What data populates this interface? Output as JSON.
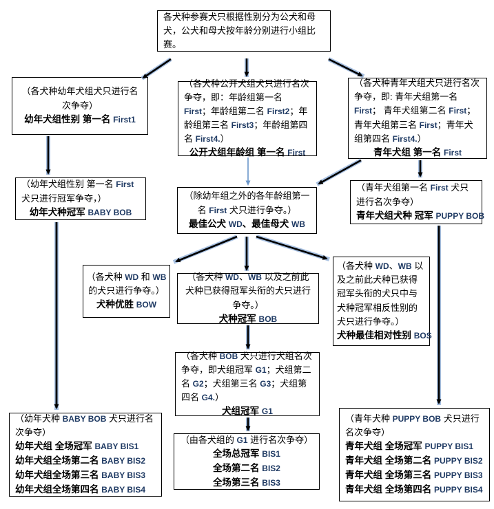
{
  "colors": {
    "english_text": "#1f3a63",
    "arrow_line": "#000000",
    "arrow_halo": "#9ab7dd",
    "thin_blue_arrow": "#6b96c9",
    "box_border": "#000000"
  },
  "boxes": {
    "intro": {
      "lines": [
        {
          "b": 0,
          "seg": [
            {
              "t": "各犬种参赛犬只根据性别分为公犬和母犬，公犬和母犬按年龄分别进行小组比赛。"
            }
          ]
        }
      ]
    },
    "baby_group": {
      "lines": [
        {
          "b": 0,
          "seg": [
            {
              "t": "（各犬种幼年犬组犬只进行名次争夺）"
            }
          ]
        },
        {
          "b": 1,
          "seg": [
            {
              "t": "幼年犬组性别 第一名 "
            },
            {
              "t": "First1",
              "e": 1
            }
          ]
        }
      ]
    },
    "open_group": {
      "lines": [
        {
          "b": 0,
          "seg": [
            {
              "t": "（各犬种公开犬组犬只进行名次争夺，即：年龄组第一名 "
            },
            {
              "t": "First",
              "e": 1
            },
            {
              "t": "；年龄组第二名 "
            },
            {
              "t": "First2",
              "e": 1
            },
            {
              "t": "；年龄组第三名 "
            },
            {
              "t": "First3",
              "e": 1
            },
            {
              "t": "；年龄组第四名 "
            },
            {
              "t": "First4.",
              "e": 1
            },
            {
              "t": "）"
            }
          ]
        },
        {
          "b": 1,
          "a": "c",
          "seg": [
            {
              "t": "公开犬组年龄组 第一名 "
            },
            {
              "t": "First",
              "e": 1
            }
          ]
        }
      ]
    },
    "puppy_group": {
      "lines": [
        {
          "b": 0,
          "seg": [
            {
              "t": "（各犬种青年犬组犬只进行名次争夺，即: 青年犬组第一名 "
            },
            {
              "t": "First",
              "e": 1
            },
            {
              "t": "； 青年犬组第二名 "
            },
            {
              "t": "First",
              "e": 1
            },
            {
              "t": "；青年犬组第三名 "
            },
            {
              "t": "First",
              "e": 1
            },
            {
              "t": "；青年犬组第四名 "
            },
            {
              "t": "First4.",
              "e": 1
            },
            {
              "t": "）"
            }
          ]
        },
        {
          "b": 1,
          "a": "c",
          "seg": [
            {
              "t": "青年犬组 第一名 "
            },
            {
              "t": "First",
              "e": 1
            }
          ]
        }
      ]
    },
    "baby_bob": {
      "lines": [
        {
          "b": 0,
          "seg": [
            {
              "t": "（幼年犬组性别 第一名 "
            },
            {
              "t": "First",
              "e": 1
            },
            {
              "t": " 犬只进行冠军争夺，）"
            }
          ]
        },
        {
          "b": 1,
          "a": "c",
          "seg": [
            {
              "t": "幼年犬种冠军 "
            },
            {
              "t": "BABY BOB",
              "e": 1
            }
          ]
        }
      ]
    },
    "winners": {
      "lines": [
        {
          "b": 0,
          "seg": [
            {
              "t": "（除幼年组之外的各年龄组第一名 "
            },
            {
              "t": "First",
              "e": 1
            },
            {
              "t": " 犬只进行争夺。）"
            }
          ]
        },
        {
          "b": 1,
          "seg": [
            {
              "t": "最佳公犬 "
            },
            {
              "t": "WD",
              "e": 1
            },
            {
              "t": "、最佳母犬 "
            },
            {
              "t": "WB",
              "e": 1
            }
          ]
        }
      ]
    },
    "puppy_bob": {
      "lines": [
        {
          "b": 0,
          "seg": [
            {
              "t": "（青年犬组第一名 "
            },
            {
              "t": "First",
              "e": 1
            },
            {
              "t": " 犬只进行名次争夺）"
            }
          ]
        },
        {
          "b": 1,
          "seg": [
            {
              "t": "青年犬组犬种 冠军 "
            },
            {
              "t": "PUPPY BOB",
              "e": 1
            }
          ]
        }
      ]
    },
    "bow": {
      "lines": [
        {
          "b": 0,
          "seg": [
            {
              "t": "（各犬种 "
            },
            {
              "t": "WD",
              "e": 1
            },
            {
              "t": " 和 "
            },
            {
              "t": "WB",
              "e": 1
            },
            {
              "t": " 的犬只进行争夺。）"
            }
          ]
        },
        {
          "b": 1,
          "seg": [
            {
              "t": "犬种优胜 "
            },
            {
              "t": "BOW",
              "e": 1
            }
          ]
        }
      ]
    },
    "bob": {
      "lines": [
        {
          "b": 0,
          "seg": [
            {
              "t": "（各犬种 "
            },
            {
              "t": "WD",
              "e": 1
            },
            {
              "t": "、"
            },
            {
              "t": "WB",
              "e": 1
            },
            {
              "t": " 以及之前此犬种已获得冠军头衔的犬只进行争夺。）"
            }
          ]
        },
        {
          "b": 1,
          "seg": [
            {
              "t": "犬种冠军 "
            },
            {
              "t": "BOB",
              "e": 1
            }
          ]
        }
      ]
    },
    "bos": {
      "lines": [
        {
          "b": 0,
          "seg": [
            {
              "t": "（各犬种 "
            },
            {
              "t": "WD",
              "e": 1
            },
            {
              "t": "、"
            },
            {
              "t": "WB",
              "e": 1
            },
            {
              "t": " 以及之前此犬种已获得冠军头衔的犬只中与犬种冠军相反性别的犬只进行争夺。）"
            }
          ]
        },
        {
          "b": 1,
          "seg": [
            {
              "t": "犬种最佳相对性别 "
            },
            {
              "t": "BOS",
              "e": 1
            }
          ]
        }
      ]
    },
    "g1": {
      "lines": [
        {
          "b": 0,
          "seg": [
            {
              "t": "（各犬种 "
            },
            {
              "t": "BOB",
              "e": 1
            },
            {
              "t": " 犬只进行犬组名次争夺，即犬组冠军 "
            },
            {
              "t": "G1",
              "e": 1
            },
            {
              "t": "；犬组第二名 "
            },
            {
              "t": "G2",
              "e": 1
            },
            {
              "t": "；犬组第三名 "
            },
            {
              "t": "G3",
              "e": 1
            },
            {
              "t": "；犬组第四名 "
            },
            {
              "t": "G4.",
              "e": 1
            },
            {
              "t": "）"
            }
          ]
        },
        {
          "b": 1,
          "a": "c",
          "seg": [
            {
              "t": "犬组冠军 "
            },
            {
              "t": "G1",
              "e": 1
            }
          ]
        }
      ]
    },
    "baby_bis": {
      "lines": [
        {
          "b": 0,
          "seg": [
            {
              "t": "（幼年犬种 "
            },
            {
              "t": "BABY BOB",
              "e": 1
            },
            {
              "t": " 犬只进行名次争夺）"
            }
          ]
        },
        {
          "b": 1,
          "seg": [
            {
              "t": "幼年犬组 全场冠军  "
            },
            {
              "t": "BABY BIS1",
              "e": 1
            }
          ]
        },
        {
          "b": 1,
          "seg": [
            {
              "t": "幼年犬组全场第二名 "
            },
            {
              "t": "BABY BIS2",
              "e": 1
            }
          ]
        },
        {
          "b": 1,
          "seg": [
            {
              "t": "幼年犬组全场第三名 "
            },
            {
              "t": "BABY BIS3",
              "e": 1
            }
          ]
        },
        {
          "b": 1,
          "seg": [
            {
              "t": "幼年犬组全场第四名 "
            },
            {
              "t": "BABY BIS4",
              "e": 1
            }
          ]
        }
      ]
    },
    "bis": {
      "lines": [
        {
          "b": 0,
          "seg": [
            {
              "t": "（由各犬组的 "
            },
            {
              "t": "G1",
              "e": 1
            },
            {
              "t": " 进行名次争夺）"
            }
          ]
        },
        {
          "b": 1,
          "seg": [
            {
              "t": "全场总冠军 "
            },
            {
              "t": "BIS1",
              "e": 1
            }
          ]
        },
        {
          "b": 1,
          "seg": [
            {
              "t": "全场第二名 "
            },
            {
              "t": "BIS2",
              "e": 1
            }
          ]
        },
        {
          "b": 1,
          "seg": [
            {
              "t": "全场第三名 "
            },
            {
              "t": "BIS3",
              "e": 1
            }
          ]
        }
      ]
    },
    "puppy_bis": {
      "lines": [
        {
          "b": 0,
          "seg": [
            {
              "t": "（青年犬种 "
            },
            {
              "t": "PUPPY BOB",
              "e": 1
            },
            {
              "t": " 犬只进行名次争夺）"
            }
          ]
        },
        {
          "b": 1,
          "seg": [
            {
              "t": "青年犬组  全场冠军 "
            },
            {
              "t": "PUPPY BIS1",
              "e": 1
            }
          ]
        },
        {
          "b": 1,
          "seg": [
            {
              "t": "青年犬组 全场第二名 "
            },
            {
              "t": "PUPPY BIS2",
              "e": 1
            }
          ]
        },
        {
          "b": 1,
          "seg": [
            {
              "t": "青年犬组 全场第三名 "
            },
            {
              "t": "PUPPY BIS3",
              "e": 1
            }
          ]
        },
        {
          "b": 1,
          "seg": [
            {
              "t": "青年犬组 全场第四名 "
            },
            {
              "t": "PUPPY BIS4",
              "e": 1
            }
          ]
        }
      ]
    }
  }
}
